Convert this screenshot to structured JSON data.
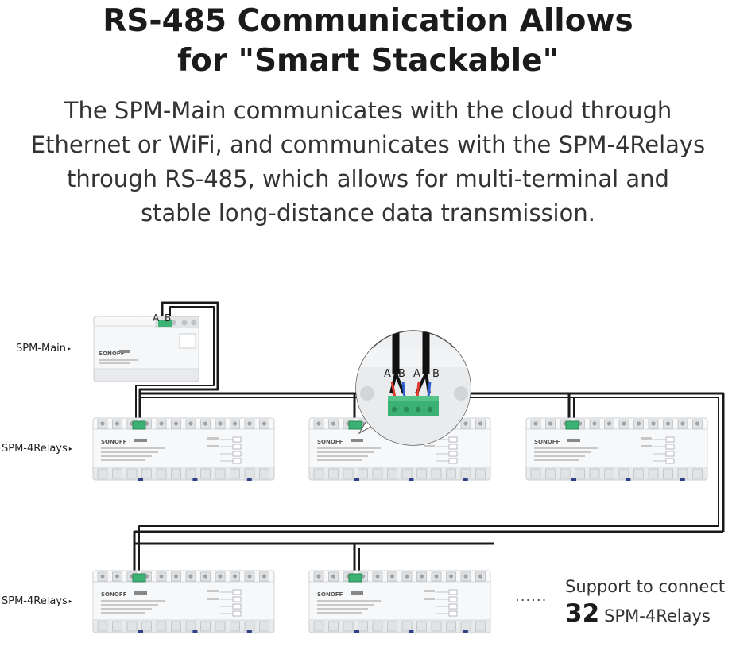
{
  "header": {
    "title_line1": "RS-485 Communication Allows",
    "title_line2": "for \"Smart Stackable\"",
    "subtitle_line1": "The SPM-Main communicates with the cloud through",
    "subtitle_line2": "Ethernet or WiFi, and communicates with the SPM-4Relays",
    "subtitle_line3": "through RS-485, which allows for multi-terminal and",
    "subtitle_line4": "stable long-distance data transmission."
  },
  "labels": {
    "main": "SPM-Main",
    "relays_row1": "SPM-4Relays",
    "relays_row2": "SPM-4Relays",
    "arrow": "▸"
  },
  "devices": {
    "brand": "SONOFF",
    "terminal_a": "A",
    "terminal_b": "B"
  },
  "zoom": {
    "a1": "A",
    "b1": "B",
    "a2": "A",
    "b2": "B"
  },
  "continuation": "......",
  "support": {
    "line1": "Support to connect",
    "count": "32",
    "device": "SPM-4Relays"
  },
  "colors": {
    "cable": "#1a1a1a",
    "wire_red": "#e23a2e",
    "wire_blue": "#2f5fd0",
    "terminal_green": "#3bb273",
    "device_body": "#f2f3f4",
    "device_edge": "#c9cdd1"
  }
}
